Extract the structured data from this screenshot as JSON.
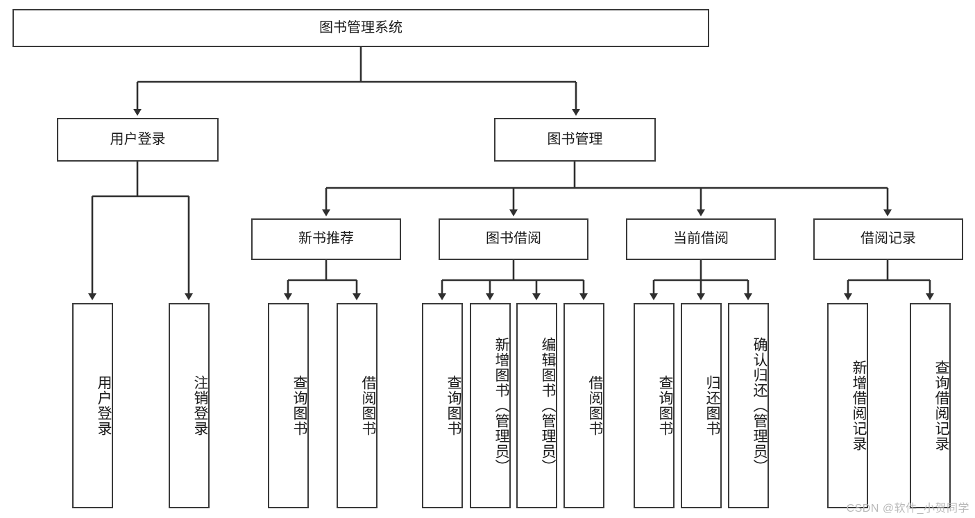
{
  "diagram": {
    "title": "图书管理系统",
    "type": "tree",
    "watermark": "CSDN @软件_小贺同学",
    "levels": {
      "root": {
        "label": "图书管理系统"
      },
      "level2": [
        {
          "label": "用户登录"
        },
        {
          "label": "图书管理"
        }
      ],
      "level3": [
        {
          "label": "新书推荐"
        },
        {
          "label": "图书借阅"
        },
        {
          "label": "当前借阅"
        },
        {
          "label": "借阅记录"
        }
      ],
      "leaves": {
        "user_login": [
          {
            "label": "用户登录"
          },
          {
            "label": "注销登录"
          }
        ],
        "new_book_recommend": [
          {
            "label": "查询图书"
          },
          {
            "label": "借阅图书"
          }
        ],
        "book_borrow": [
          {
            "label": "查询图书"
          },
          {
            "label": "新增图书（管理员）"
          },
          {
            "label": "编辑图书（管理员）"
          },
          {
            "label": "借阅图书"
          }
        ],
        "current_borrow": [
          {
            "label": "查询图书"
          },
          {
            "label": "归还图书"
          },
          {
            "label": "确认归还（管理员）"
          }
        ],
        "borrow_record": [
          {
            "label": "新增借阅记录"
          },
          {
            "label": "查询借阅记录"
          }
        ]
      }
    },
    "colors": {
      "stroke": "#3b3b3b",
      "fill": "#ffffff",
      "text": "#1a1a1a",
      "watermark": "#b9b9b9"
    }
  }
}
